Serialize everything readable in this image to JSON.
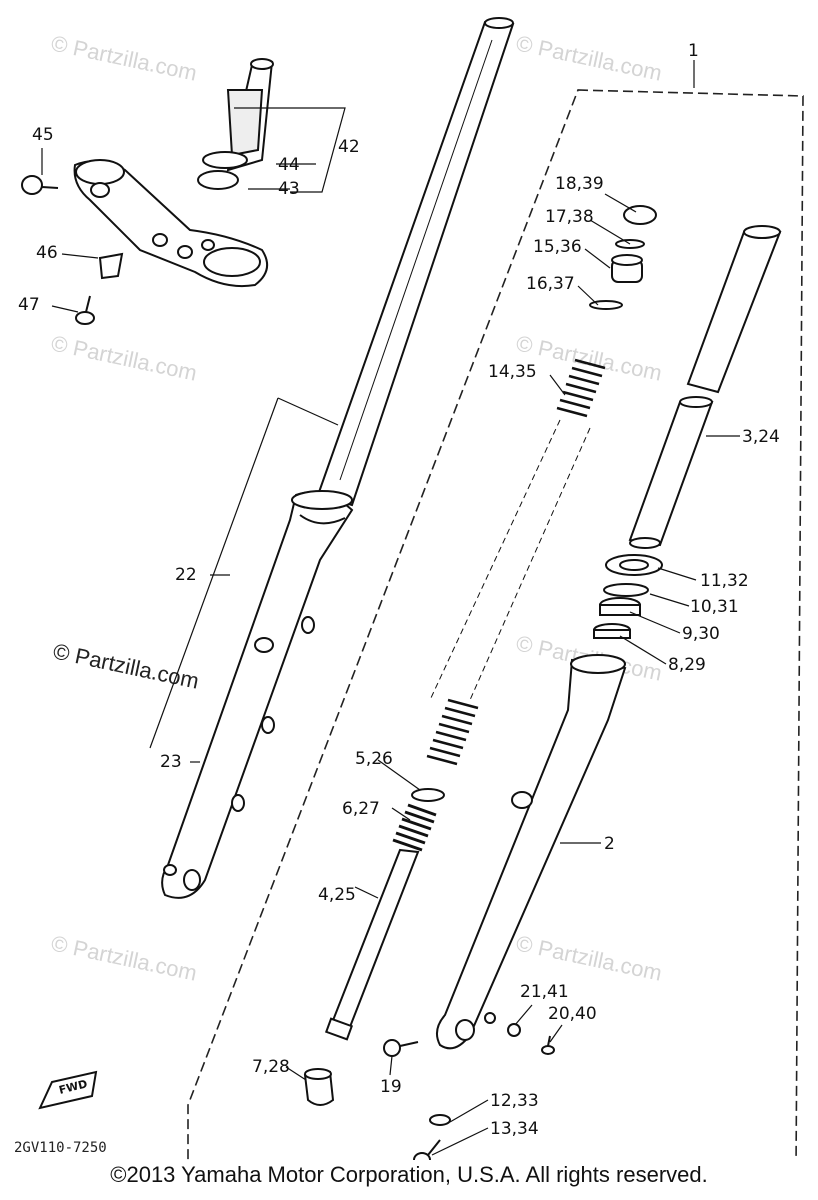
{
  "diagram": {
    "watermark_text": "© Partzilla.com",
    "drawing_code": "2GV110-7250",
    "fwd_mark": "FWD",
    "labels": {
      "l1": "1",
      "l2": "2",
      "l3_24": "3,24",
      "l4_25": "4,25",
      "l5_26": "5,26",
      "l6_27": "6,27",
      "l7_28": "7,28",
      "l8_29": "8,29",
      "l9_30": "9,30",
      "l10_31": "10,31",
      "l11_32": "11,32",
      "l12_33": "12,33",
      "l13_34": "13,34",
      "l14_35": "14,35",
      "l15_36": "15,36",
      "l16_37": "16,37",
      "l17_38": "17,38",
      "l18_39": "18,39",
      "l19": "19",
      "l20_40": "20,40",
      "l21_41": "21,41",
      "l22": "22",
      "l23": "23",
      "l42": "42",
      "l43": "43",
      "l44": "44",
      "l45": "45",
      "l46": "46",
      "l47": "47"
    }
  },
  "footer": {
    "copyright": "©2013 Yamaha Motor Corporation, U.S.A. All rights reserved."
  }
}
